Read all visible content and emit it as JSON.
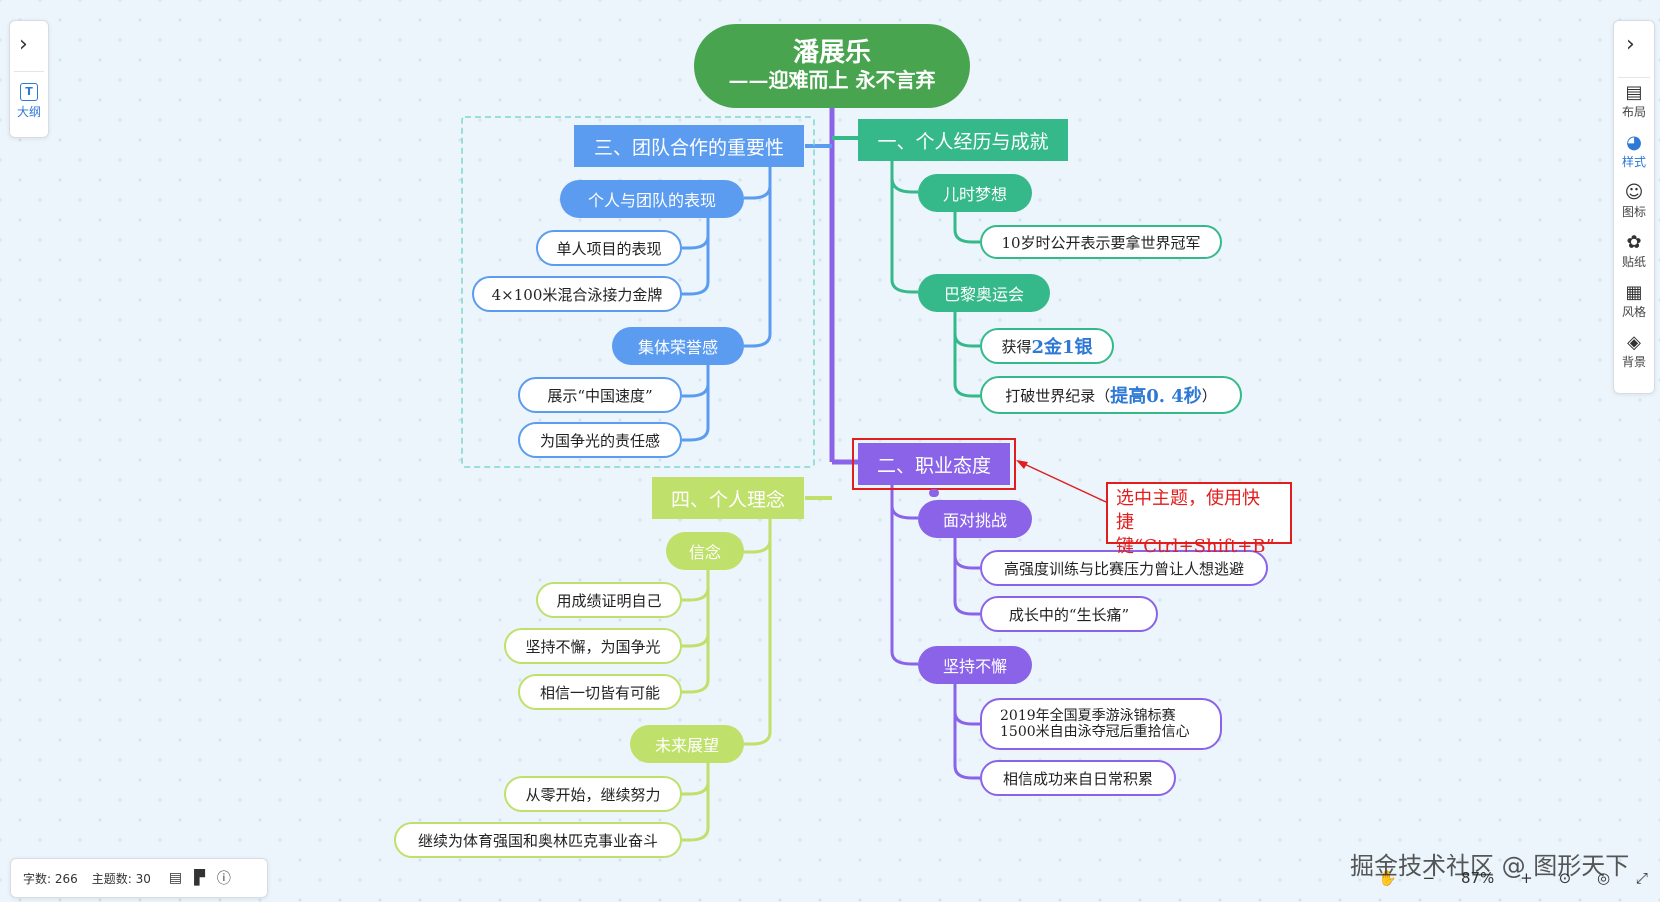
{
  "left_panel": {
    "outline_label": "大纲",
    "outline_icon": "text-box-icon",
    "expand_icon": "chevron-right-icon"
  },
  "right_panel": {
    "expand_icon": "chevron-right-icon",
    "tools": [
      {
        "label": "布局",
        "icon": "layout-icon",
        "glyph": "▤"
      },
      {
        "label": "样式",
        "icon": "palette-icon",
        "glyph": "◕"
      },
      {
        "label": "图标",
        "icon": "smiley-icon",
        "glyph": "☺"
      },
      {
        "label": "贴纸",
        "icon": "sticker-icon",
        "glyph": "✿"
      },
      {
        "label": "风格",
        "icon": "grid-icon",
        "glyph": "▦"
      },
      {
        "label": "背景",
        "icon": "layers-icon",
        "glyph": "◈"
      }
    ]
  },
  "mindmap": {
    "root": {
      "title": "潘展乐",
      "subtitle": "——迎难而上 永不言弃"
    },
    "branch1": {
      "label": "一、个人经历与成就",
      "child1": {
        "label": "儿时梦想",
        "leaf1": "10岁时公开表示要拿世界冠军"
      },
      "child2": {
        "label": "巴黎奥运会",
        "leaf1_prefix": "获得",
        "leaf1_highlight": "2金1银",
        "leaf2_prefix": "打破世界纪录（",
        "leaf2_highlight": "提高0. 4秒",
        "leaf2_suffix": "）"
      }
    },
    "branch2": {
      "label": "二、职业态度",
      "child1": {
        "label": "面对挑战",
        "leaf1": "高强度训练与比赛压力曾让人想逃避",
        "leaf2": "成长中的“生长痛”"
      },
      "child2": {
        "label": "坚持不懈",
        "leaf1_line1": "2019年全国夏季游泳锦标赛",
        "leaf1_line2": "1500米自由泳夺冠后重拾信心",
        "leaf2": "相信成功来自日常积累"
      }
    },
    "branch3": {
      "label": "三、团队合作的重要性",
      "child1": {
        "label": "个人与团队的表现",
        "leaf1": "单人项目的表现",
        "leaf2": "4×100米混合泳接力金牌"
      },
      "child2": {
        "label": "集体荣誉感",
        "leaf1": "展示“中国速度”",
        "leaf2": "为国争光的责任感"
      }
    },
    "branch4": {
      "label": "四、个人理念",
      "child1": {
        "label": "信念",
        "leaf1": "用成绩证明自己",
        "leaf2": "坚持不懈，为国争光",
        "leaf3": "相信一切皆有可能"
      },
      "child2": {
        "label": "未来展望",
        "leaf1": "从零开始，继续努力",
        "leaf2": "继续为体育强国和奥林匹克事业奋斗"
      }
    }
  },
  "annotation": {
    "line1": "选中主题，使用快",
    "line2": "捷键“Ctrl+Shift+B”"
  },
  "status_bar": {
    "word_count": "字数: 266",
    "topic_count": "主题数: 30"
  },
  "zoom": {
    "level": "87%"
  },
  "watermark": "掘金技术社区 @ 图形天下",
  "colors": {
    "green_root": "#48a44e",
    "teal": "#36b98a",
    "purple": "#8a63e8",
    "blue": "#5b9cf0",
    "yellow_green": "#bfe06a",
    "red": "#e11d1d"
  }
}
